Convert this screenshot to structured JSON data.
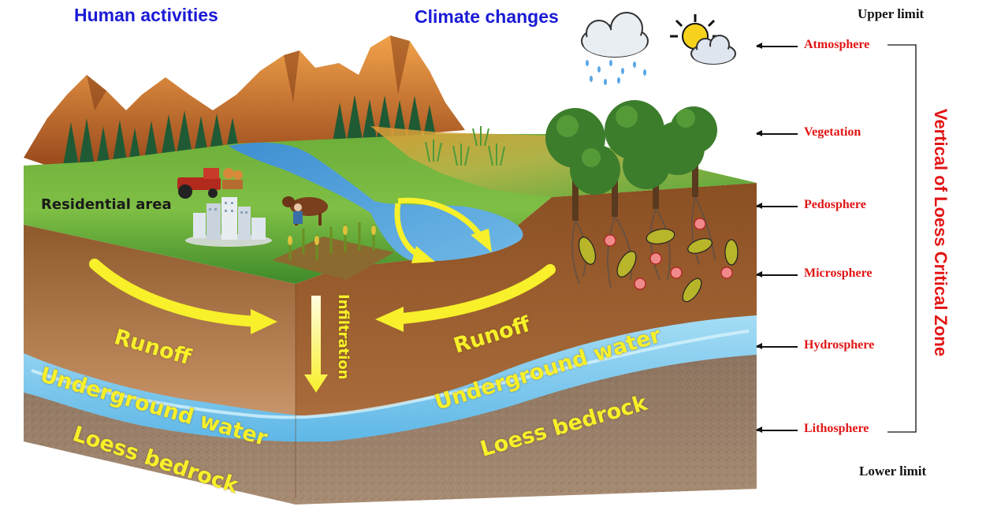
{
  "headers": {
    "human_activities": "Human activities",
    "climate_changes": "Climate changes"
  },
  "limits": {
    "upper": "Upper limit",
    "lower": "Lower limit"
  },
  "layers": [
    {
      "name": "Atmosphere"
    },
    {
      "name": "Vegetation"
    },
    {
      "name": "Pedosphere"
    },
    {
      "name": "Microsphere"
    },
    {
      "name": "Hydrosphere"
    },
    {
      "name": "Lithosphere"
    }
  ],
  "zone_title": "Vertical of Loess Critical Zone",
  "scene": {
    "residential_area": "Residential area",
    "runoff_left": "Runoff",
    "runoff_right": "Runoff",
    "infiltration": "Infiltration",
    "underground_water_left": "Underground water",
    "underground_water_right": "Underground water",
    "loess_bedrock_left": "Loess bedrock",
    "loess_bedrock_right": "Loess bedrock"
  },
  "colors": {
    "header_blue": "#1a1ad6",
    "layer_red": "#e21515",
    "arrow_yellow": "#f7f02a",
    "grass": "#5fb43a",
    "soil": "#a8683a",
    "water": "#8fd3f0",
    "bedrock": "#9a7e66"
  },
  "icons": [
    "mountain-icon",
    "pine-tree-icon",
    "rain-cloud-icon",
    "sun-cloud-icon",
    "tractor-icon",
    "cow-icon",
    "farmer-icon",
    "city-buildings-icon",
    "crop-field-icon",
    "deciduous-tree-icon",
    "microbe-icon"
  ]
}
